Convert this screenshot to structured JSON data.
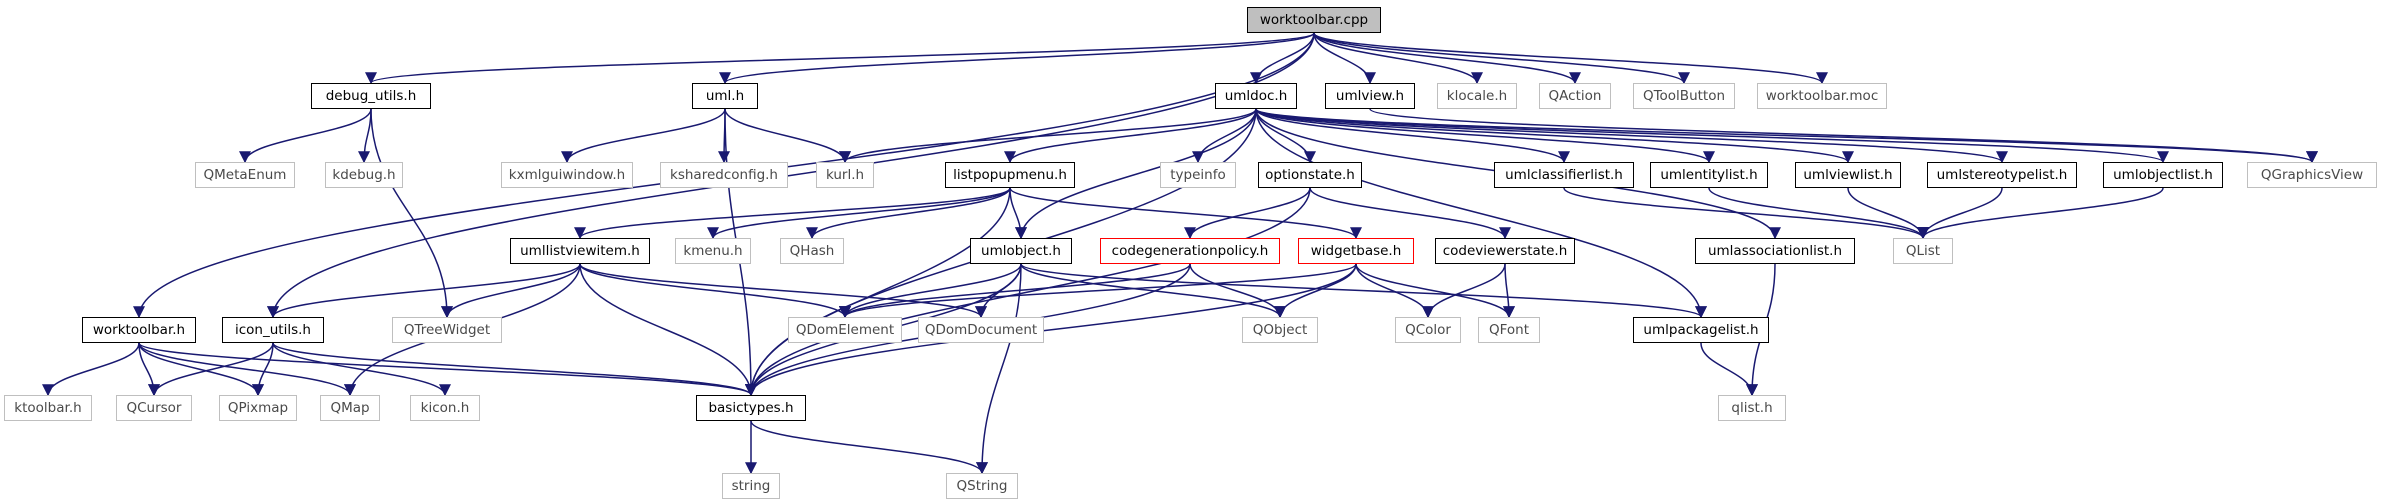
{
  "diagram": {
    "title": "Include dependency graph for worktoolbar.cpp",
    "edge_color": "#191970",
    "nodes": {
      "root": "worktoolbar.cpp",
      "debug_utils": "debug_utils.h",
      "uml": "uml.h",
      "umldoc": "umldoc.h",
      "umlview": "umlview.h",
      "klocale": "klocale.h",
      "qaction": "QAction",
      "qtoolbutton": "QToolButton",
      "worktoolbar_moc": "worktoolbar.moc",
      "qmetaenum": "QMetaEnum",
      "kdebug": "kdebug.h",
      "kxmlguiwindow": "kxmlguiwindow.h",
      "ksharedconfig": "ksharedconfig.h",
      "kurl": "kurl.h",
      "listpopupmenu": "listpopupmenu.h",
      "typeinfo": "typeinfo",
      "optionstate": "optionstate.h",
      "umlclassifierlist": "umlclassifierlist.h",
      "umlentitylist": "umlentitylist.h",
      "umlviewlist": "umlviewlist.h",
      "umlstereotypelist": "umlstereotypelist.h",
      "umlobjectlist": "umlobjectlist.h",
      "qgraphicsview": "QGraphicsView",
      "umllistviewitem": "umllistviewitem.h",
      "kmenu": "kmenu.h",
      "qhash": "QHash",
      "umlobject": "umlobject.h",
      "codegenerationpolicy": "codegenerationpolicy.h",
      "widgetbase": "widgetbase.h",
      "codeviewerstate": "codeviewerstate.h",
      "umlassociationlist": "umlassociationlist.h",
      "qlist": "QList",
      "worktoolbar_h": "worktoolbar.h",
      "icon_utils": "icon_utils.h",
      "qtreewidget": "QTreeWidget",
      "qdomelement": "QDomElement",
      "qdomdocument": "QDomDocument",
      "qobject": "QObject",
      "qcolor": "QColor",
      "qfont": "QFont",
      "umlpackagelist": "umlpackagelist.h",
      "ktoolbar": "ktoolbar.h",
      "qcursor": "QCursor",
      "qpixmap": "QPixmap",
      "qmap": "QMap",
      "kicon": "kicon.h",
      "basictypes": "basictypes.h",
      "qlist_h": "qlist.h",
      "string": "string",
      "qstring": "QString"
    }
  }
}
